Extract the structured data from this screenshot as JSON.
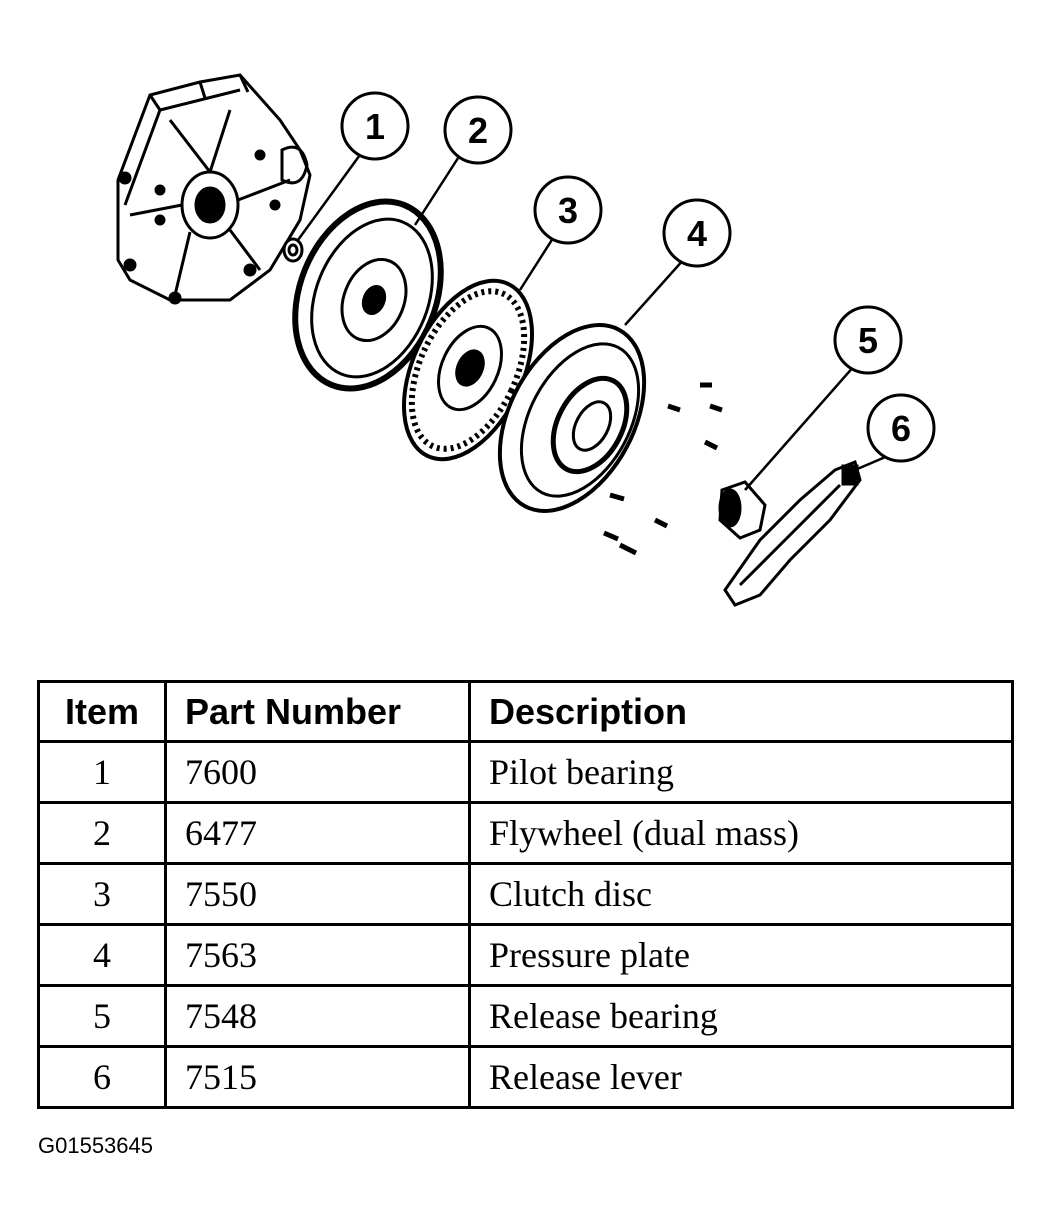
{
  "callouts": [
    "1",
    "2",
    "3",
    "4",
    "5",
    "6"
  ],
  "table": {
    "headers": [
      "Item",
      "Part Number",
      "Description"
    ],
    "rows": [
      {
        "item": "1",
        "part": "7600",
        "desc": "Pilot bearing"
      },
      {
        "item": "2",
        "part": "6477",
        "desc": "Flywheel (dual mass)"
      },
      {
        "item": "3",
        "part": "7550",
        "desc": "Clutch disc"
      },
      {
        "item": "4",
        "part": "7563",
        "desc": "Pressure plate"
      },
      {
        "item": "5",
        "part": "7548",
        "desc": "Release bearing"
      },
      {
        "item": "6",
        "part": "7515",
        "desc": "Release lever"
      }
    ]
  },
  "figure_id": "G01553645"
}
